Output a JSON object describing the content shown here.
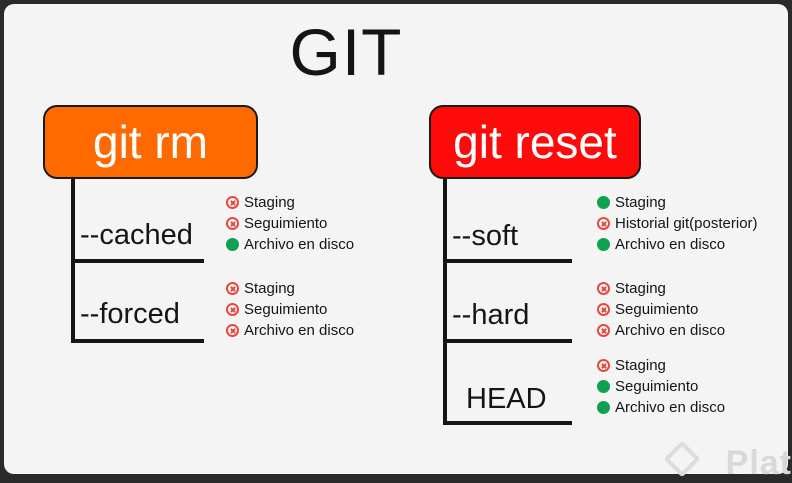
{
  "title": "GIT",
  "rm": {
    "label": "git rm",
    "options": [
      {
        "label": "--cached",
        "effects": [
          {
            "text": "Staging",
            "status": "no"
          },
          {
            "text": "Seguimiento",
            "status": "no"
          },
          {
            "text": "Archivo en disco",
            "status": "yes"
          }
        ]
      },
      {
        "label": "--forced",
        "effects": [
          {
            "text": "Staging",
            "status": "no"
          },
          {
            "text": "Seguimiento",
            "status": "no"
          },
          {
            "text": "Archivo en disco",
            "status": "no"
          }
        ]
      }
    ]
  },
  "reset": {
    "label": "git reset",
    "options": [
      {
        "label": "--soft",
        "effects": [
          {
            "text": "Staging",
            "status": "yes"
          },
          {
            "text": "Historial git(posterior)",
            "status": "no"
          },
          {
            "text": "Archivo en disco",
            "status": "yes"
          }
        ]
      },
      {
        "label": "--hard",
        "effects": [
          {
            "text": "Staging",
            "status": "no"
          },
          {
            "text": "Seguimiento",
            "status": "no"
          },
          {
            "text": "Archivo en disco",
            "status": "no"
          }
        ]
      },
      {
        "label": "HEAD",
        "effects": [
          {
            "text": "Staging",
            "status": "no"
          },
          {
            "text": "Seguimiento",
            "status": "yes"
          },
          {
            "text": "Archivo en disco",
            "status": "yes"
          }
        ]
      }
    ]
  },
  "watermark": "Plat",
  "colors": {
    "rm_box": "#ff6a00",
    "reset_box": "#ff0a0a",
    "yes": "#0fa050",
    "no": "#e8473e"
  }
}
